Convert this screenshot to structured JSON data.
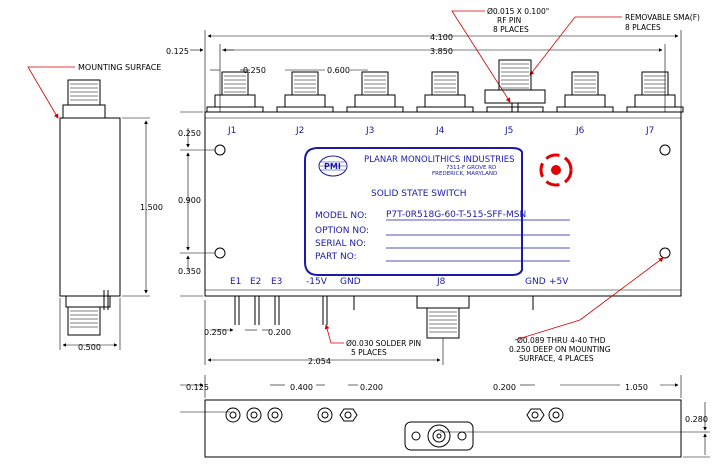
{
  "colors": {
    "drawing": "#1a1aa6",
    "leaders": "#d40000",
    "lines": "#000000"
  },
  "side_view": {
    "title": "MOUNTING SURFACE",
    "height_dim": "1.500",
    "width_dim": "0.500"
  },
  "top_dims": {
    "overall": "4.100",
    "pitch_total": "3.850",
    "left_offset": "0.125",
    "first_pitch": "0.250",
    "pitch": "0.600"
  },
  "callouts": {
    "rf_pin": [
      "Ø0.015 X 0.100\"",
      "RF PIN",
      "8 PLACES"
    ],
    "sma": [
      "REMOVABLE SMA(F)",
      "8 PLACES"
    ],
    "solder_pin": [
      "Ø0.030 SOLDER PIN",
      "5 PLACES"
    ],
    "mount_hole": [
      "Ø0.089 THRU 4-40 THD",
      "0.250 DEEP ON MOUNTING",
      "SURFACE, 4 PLACES"
    ]
  },
  "vert_dims": {
    "top": "0.250",
    "mid": "0.900",
    "bottom": "0.350"
  },
  "bottom_dims": {
    "e_offset": "0.250",
    "e_pitch": "0.200",
    "j8_pos": "2.054"
  },
  "ports_top": [
    "J1",
    "J2",
    "J3",
    "J4",
    "J5",
    "J6",
    "J7"
  ],
  "ports_bottom": [
    "E1",
    "E2",
    "E3",
    "-15V",
    "GND",
    "J8",
    "GND",
    "+5V"
  ],
  "label_plate": {
    "company": "PLANAR MONOLITHICS INDUSTRIES",
    "address1": "7311-F GROVE RD",
    "address2": "FREDERICK, MARYLAND",
    "logo": "PMI",
    "product": "SOLID STATE SWITCH",
    "fields": [
      {
        "name": "MODEL  NO:",
        "value": "P7T-0R518G-60-T-515-SFF-MSN"
      },
      {
        "name": "OPTION  NO:",
        "value": ""
      },
      {
        "name": "SERIAL  NO:",
        "value": ""
      },
      {
        "name": "PART     NO:",
        "value": ""
      }
    ]
  },
  "front_view_dims": {
    "left": "0.125",
    "c1": "0.400",
    "c2": "0.200",
    "c3": "0.200",
    "right": "1.050",
    "height": "0.280"
  }
}
